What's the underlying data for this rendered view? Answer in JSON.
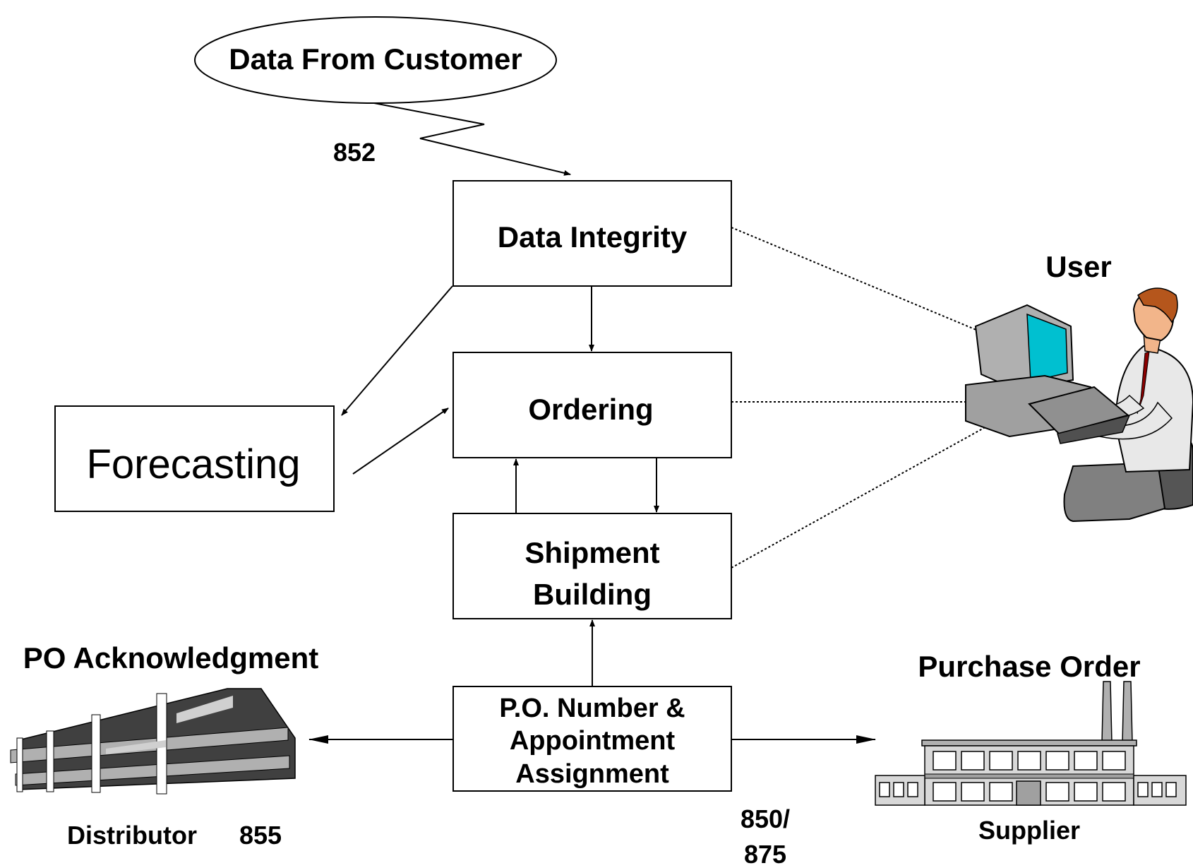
{
  "source": {
    "label": "Data From Customer",
    "code": "852"
  },
  "boxes": {
    "data_integrity": "Data Integrity",
    "ordering": "Ordering",
    "forecasting": "Forecasting",
    "shipment_line1": "Shipment",
    "shipment_line2": "Building",
    "po_line1": "P.O. Number &",
    "po_line2": "Appointment",
    "po_line3": "Assignment"
  },
  "user": {
    "label": "User"
  },
  "distributor": {
    "title": "PO Acknowledgment",
    "label": "Distributor",
    "code": "855"
  },
  "supplier": {
    "title": "Purchase Order",
    "label": "Supplier",
    "code_line1": "850/",
    "code_line2": "875"
  },
  "colors": {
    "monitor_screen": "#00c0d0",
    "tie": "#8b0000",
    "shirt": "#e8e8e8",
    "pants": "#808080",
    "hair": "#b5561c",
    "skin": "#f2b58a"
  }
}
